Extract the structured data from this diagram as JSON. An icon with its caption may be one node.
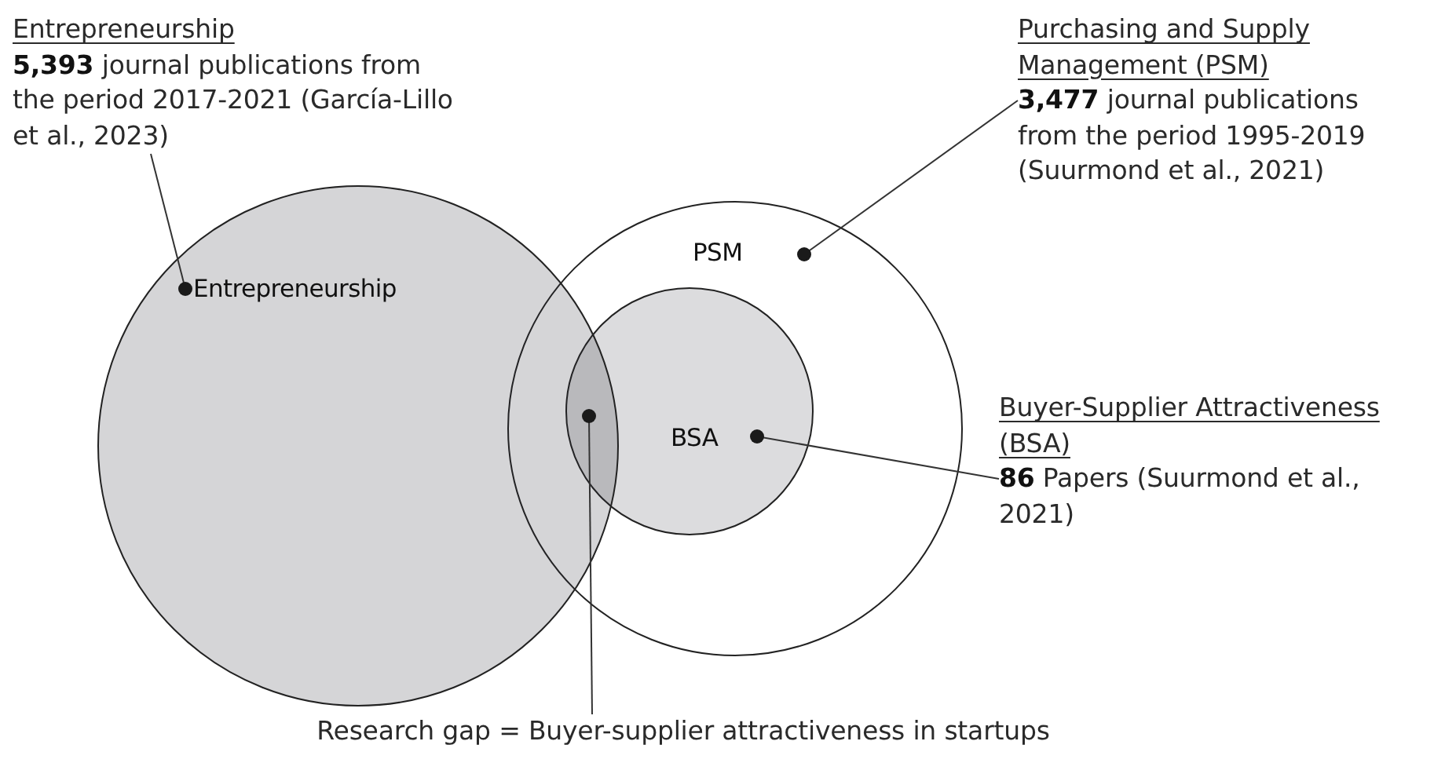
{
  "diagram": {
    "nodes": [
      {
        "text": [
          "Entrepreneurship"
        ]
      },
      {
        "text": [
          "PSM"
        ]
      },
      {
        "text": [
          "BSA"
        ],
        "in": 1
      },
      {
        "text": [
          "Entrepreneurship",
          "**5,393** journal publications from the period 2017-2021 (García-Lillo et al., 2023)"
        ]
      },
      {
        "text": [
          "Purchasing and Supply Management (PSM)",
          "**3,477** journal publications from the period 1995-2019 (Suurmond et al., 2021)"
        ]
      },
      {
        "text": [
          "Buyer-Supplier Attractiveness (BSA)",
          "**86** Papers (Suurmond et al., 2021)"
        ]
      },
      {
        "text": [
          "Research gap = Buyer-supplier attractiveness in startups"
        ]
      }
    ],
    "edges": [
      {
        "from": 3,
        "to": 0,
        "arrow": "other"
      },
      {
        "from": 4,
        "to": 1,
        "arrow": "other"
      },
      {
        "from": 5,
        "to": 2,
        "arrow": "other"
      },
      {
        "from": 6,
        "to": 2,
        "arrow": "other"
      }
    ]
  }
}
